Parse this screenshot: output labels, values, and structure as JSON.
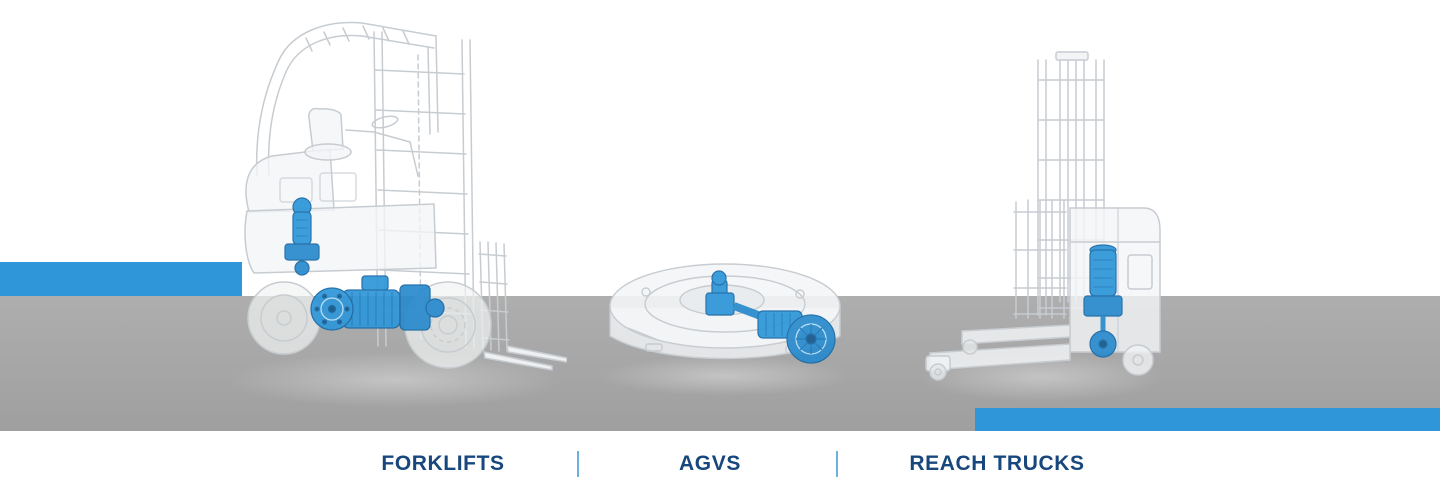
{
  "banner": {
    "title": "Vehicle application category banner",
    "categories": [
      {
        "id": "forklifts",
        "label": "FORKLIFTS"
      },
      {
        "id": "agvs",
        "label": "AGVS"
      },
      {
        "id": "reach_trucks",
        "label": "REACH TRUCKS"
      }
    ],
    "illustrations": [
      {
        "icon": "forklift-illustration"
      },
      {
        "icon": "agv-illustration"
      },
      {
        "icon": "reach-truck-illustration"
      }
    ],
    "colors": {
      "accent_blue": "#2f97d9",
      "component_blue_dark": "#2a8bcd",
      "label_navy": "#17477d",
      "divider_blue": "#6db1dd",
      "floor_gray": "#a6a6a6",
      "wireframe_gray": "#c7ccd1"
    }
  }
}
